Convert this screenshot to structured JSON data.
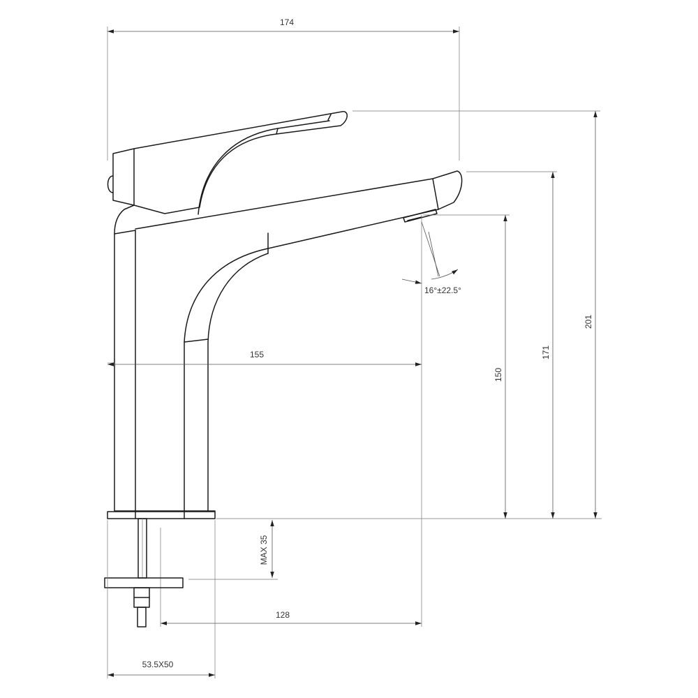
{
  "dimensions": {
    "overall_width": "174",
    "total_height": "201",
    "spout_height": "171",
    "outlet_height": "150",
    "spout_reach": "155",
    "outlet_from_stud": "128",
    "max_thickness": "MAX 35",
    "angle": "16°±22.5°",
    "base_size": "53.5X50"
  },
  "colors": {
    "line": "#1a1a1a",
    "dimension": "#555555"
  }
}
